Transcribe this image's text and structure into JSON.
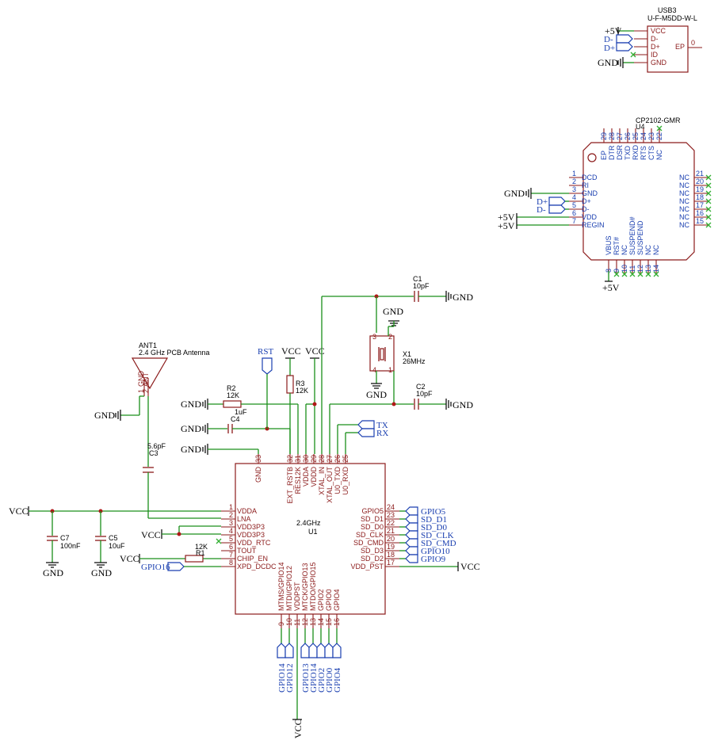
{
  "usb": {
    "ref": "USB3",
    "value": "U-F-M5DD-W-L",
    "pins": [
      "VCC",
      "D-",
      "D+",
      "ID",
      "GND"
    ],
    "ep_pin": "EP",
    "ep_num": "0",
    "nets": {
      "vcc": "+5V",
      "dm": "D-",
      "dp": "D+",
      "gnd": "GND"
    }
  },
  "cp2102": {
    "value": "CP2102-GMR",
    "ref": "U4",
    "left_pins": [
      {
        "num": "1",
        "name": "DCD"
      },
      {
        "num": "2",
        "name": "RI"
      },
      {
        "num": "3",
        "name": "GND"
      },
      {
        "num": "4",
        "name": "D+"
      },
      {
        "num": "5",
        "name": "D-"
      },
      {
        "num": "6",
        "name": "VDD"
      },
      {
        "num": "7",
        "name": "REGIN"
      }
    ],
    "right_pins": [
      {
        "num": "21",
        "name": "NC"
      },
      {
        "num": "20",
        "name": "NC"
      },
      {
        "num": "19",
        "name": "NC"
      },
      {
        "num": "18",
        "name": "NC"
      },
      {
        "num": "17",
        "name": "NC"
      },
      {
        "num": "16",
        "name": "NC"
      },
      {
        "num": "15",
        "name": "NC"
      }
    ],
    "top_pins": [
      {
        "num": "29",
        "name": "EP"
      },
      {
        "num": "28",
        "name": "DTR"
      },
      {
        "num": "27",
        "name": "DSR"
      },
      {
        "num": "26",
        "name": "TXD"
      },
      {
        "num": "25",
        "name": "RXD"
      },
      {
        "num": "24",
        "name": "RTS"
      },
      {
        "num": "23",
        "name": "CTS"
      },
      {
        "num": "22",
        "name": "NC"
      }
    ],
    "bottom_pins": [
      {
        "num": "8",
        "name": "VBUS"
      },
      {
        "num": "9",
        "name": "RST#"
      },
      {
        "num": "10",
        "name": "NC"
      },
      {
        "num": "11",
        "name": "SUSPEND#"
      },
      {
        "num": "12",
        "name": "SUSPEND"
      },
      {
        "num": "13",
        "name": "NC"
      },
      {
        "num": "14",
        "name": "NC"
      }
    ],
    "nets": {
      "gnd": "GND",
      "dp": "D+",
      "dm": "D-",
      "v1": "+5V",
      "v2": "+5V",
      "vbus": "+5V"
    }
  },
  "esp": {
    "ref": "U1",
    "value": "2.4GHz",
    "left_pins": [
      {
        "num": "1",
        "name": "VDDA"
      },
      {
        "num": "2",
        "name": "LNA"
      },
      {
        "num": "3",
        "name": "VDD3P3"
      },
      {
        "num": "4",
        "name": "VDD3P3"
      },
      {
        "num": "5",
        "name": "VDD_RTC"
      },
      {
        "num": "6",
        "name": "TOUT"
      },
      {
        "num": "7",
        "name": "CHIP_EN"
      },
      {
        "num": "8",
        "name": "XPD_DCDC"
      }
    ],
    "right_pins": [
      {
        "num": "24",
        "name": "GPIO5"
      },
      {
        "num": "23",
        "name": "SD_D1"
      },
      {
        "num": "22",
        "name": "SD_D0"
      },
      {
        "num": "21",
        "name": "SD_CLK"
      },
      {
        "num": "20",
        "name": "SD_CMD"
      },
      {
        "num": "19",
        "name": "SD_D3"
      },
      {
        "num": "18",
        "name": "SD_D2"
      },
      {
        "num": "17",
        "name": "VDD_PST"
      }
    ],
    "top_pins": [
      {
        "num": "33",
        "name": "GND"
      },
      {
        "num": "32",
        "name": "EXT_RSTB"
      },
      {
        "num": "31",
        "name": "RES12K"
      },
      {
        "num": "30",
        "name": "VDDA"
      },
      {
        "num": "29",
        "name": "VDDD"
      },
      {
        "num": "28",
        "name": "XTAL_IN"
      },
      {
        "num": "27",
        "name": "XTAL_OUT"
      },
      {
        "num": "26",
        "name": "U0_TXD"
      },
      {
        "num": "25",
        "name": "U0_RXD"
      }
    ],
    "bottom_pins": [
      {
        "num": "9",
        "name": "MTMS/GPIO14"
      },
      {
        "num": "10",
        "name": "MTDI/GPIO12"
      },
      {
        "num": "11",
        "name": "VDDPST"
      },
      {
        "num": "12",
        "name": "MTCK/GPIO13"
      },
      {
        "num": "13",
        "name": "MTDO/GPIO15"
      },
      {
        "num": "14",
        "name": "GPIO2"
      },
      {
        "num": "15",
        "name": "GPIO0"
      },
      {
        "num": "16",
        "name": "GPIO4"
      }
    ],
    "right_labels": [
      "GPIO5",
      "SD_D1",
      "SD_D0",
      "SD_CLK",
      "SD_CMD",
      "GPIO10",
      "GPIO9"
    ],
    "bottom_labels": [
      "GPIO14",
      "GPIO12",
      "GPIO13",
      "GPIO14",
      "GPIO2",
      "GPIO0",
      "GPIO4"
    ],
    "left_label": "GPIO16",
    "vdd_pst_net": "VCC",
    "vddpst_net": "VCC"
  },
  "antenna": {
    "ref": "ANT1",
    "value": "2.4 GHz PCB Antenna",
    "pin1": "1",
    "pin1name": "GND",
    "pin2": "2",
    "pin2name": "ANT"
  },
  "crystal": {
    "ref": "X1",
    "value": "26MHz",
    "pins": [
      "1",
      "2",
      "3",
      "4"
    ]
  },
  "passives": {
    "c1": {
      "ref": "C1",
      "value": "10pF"
    },
    "c2": {
      "ref": "C2",
      "value": "10pF"
    },
    "c3": {
      "ref": "C3",
      "value": "5.6pF"
    },
    "c4": {
      "ref": "C4",
      "value": "1uF"
    },
    "c5": {
      "ref": "C5",
      "value": "10uF"
    },
    "c7": {
      "ref": "C7",
      "value": "100nF"
    },
    "r1": {
      "ref": "R1",
      "value": "12K"
    },
    "r2": {
      "ref": "R2",
      "value": "12K"
    },
    "r3": {
      "ref": "R3",
      "value": "12K"
    }
  },
  "nets": {
    "gnd": "GND",
    "vcc": "VCC",
    "rst": "RST",
    "tx": "TX",
    "rx": "RX"
  }
}
